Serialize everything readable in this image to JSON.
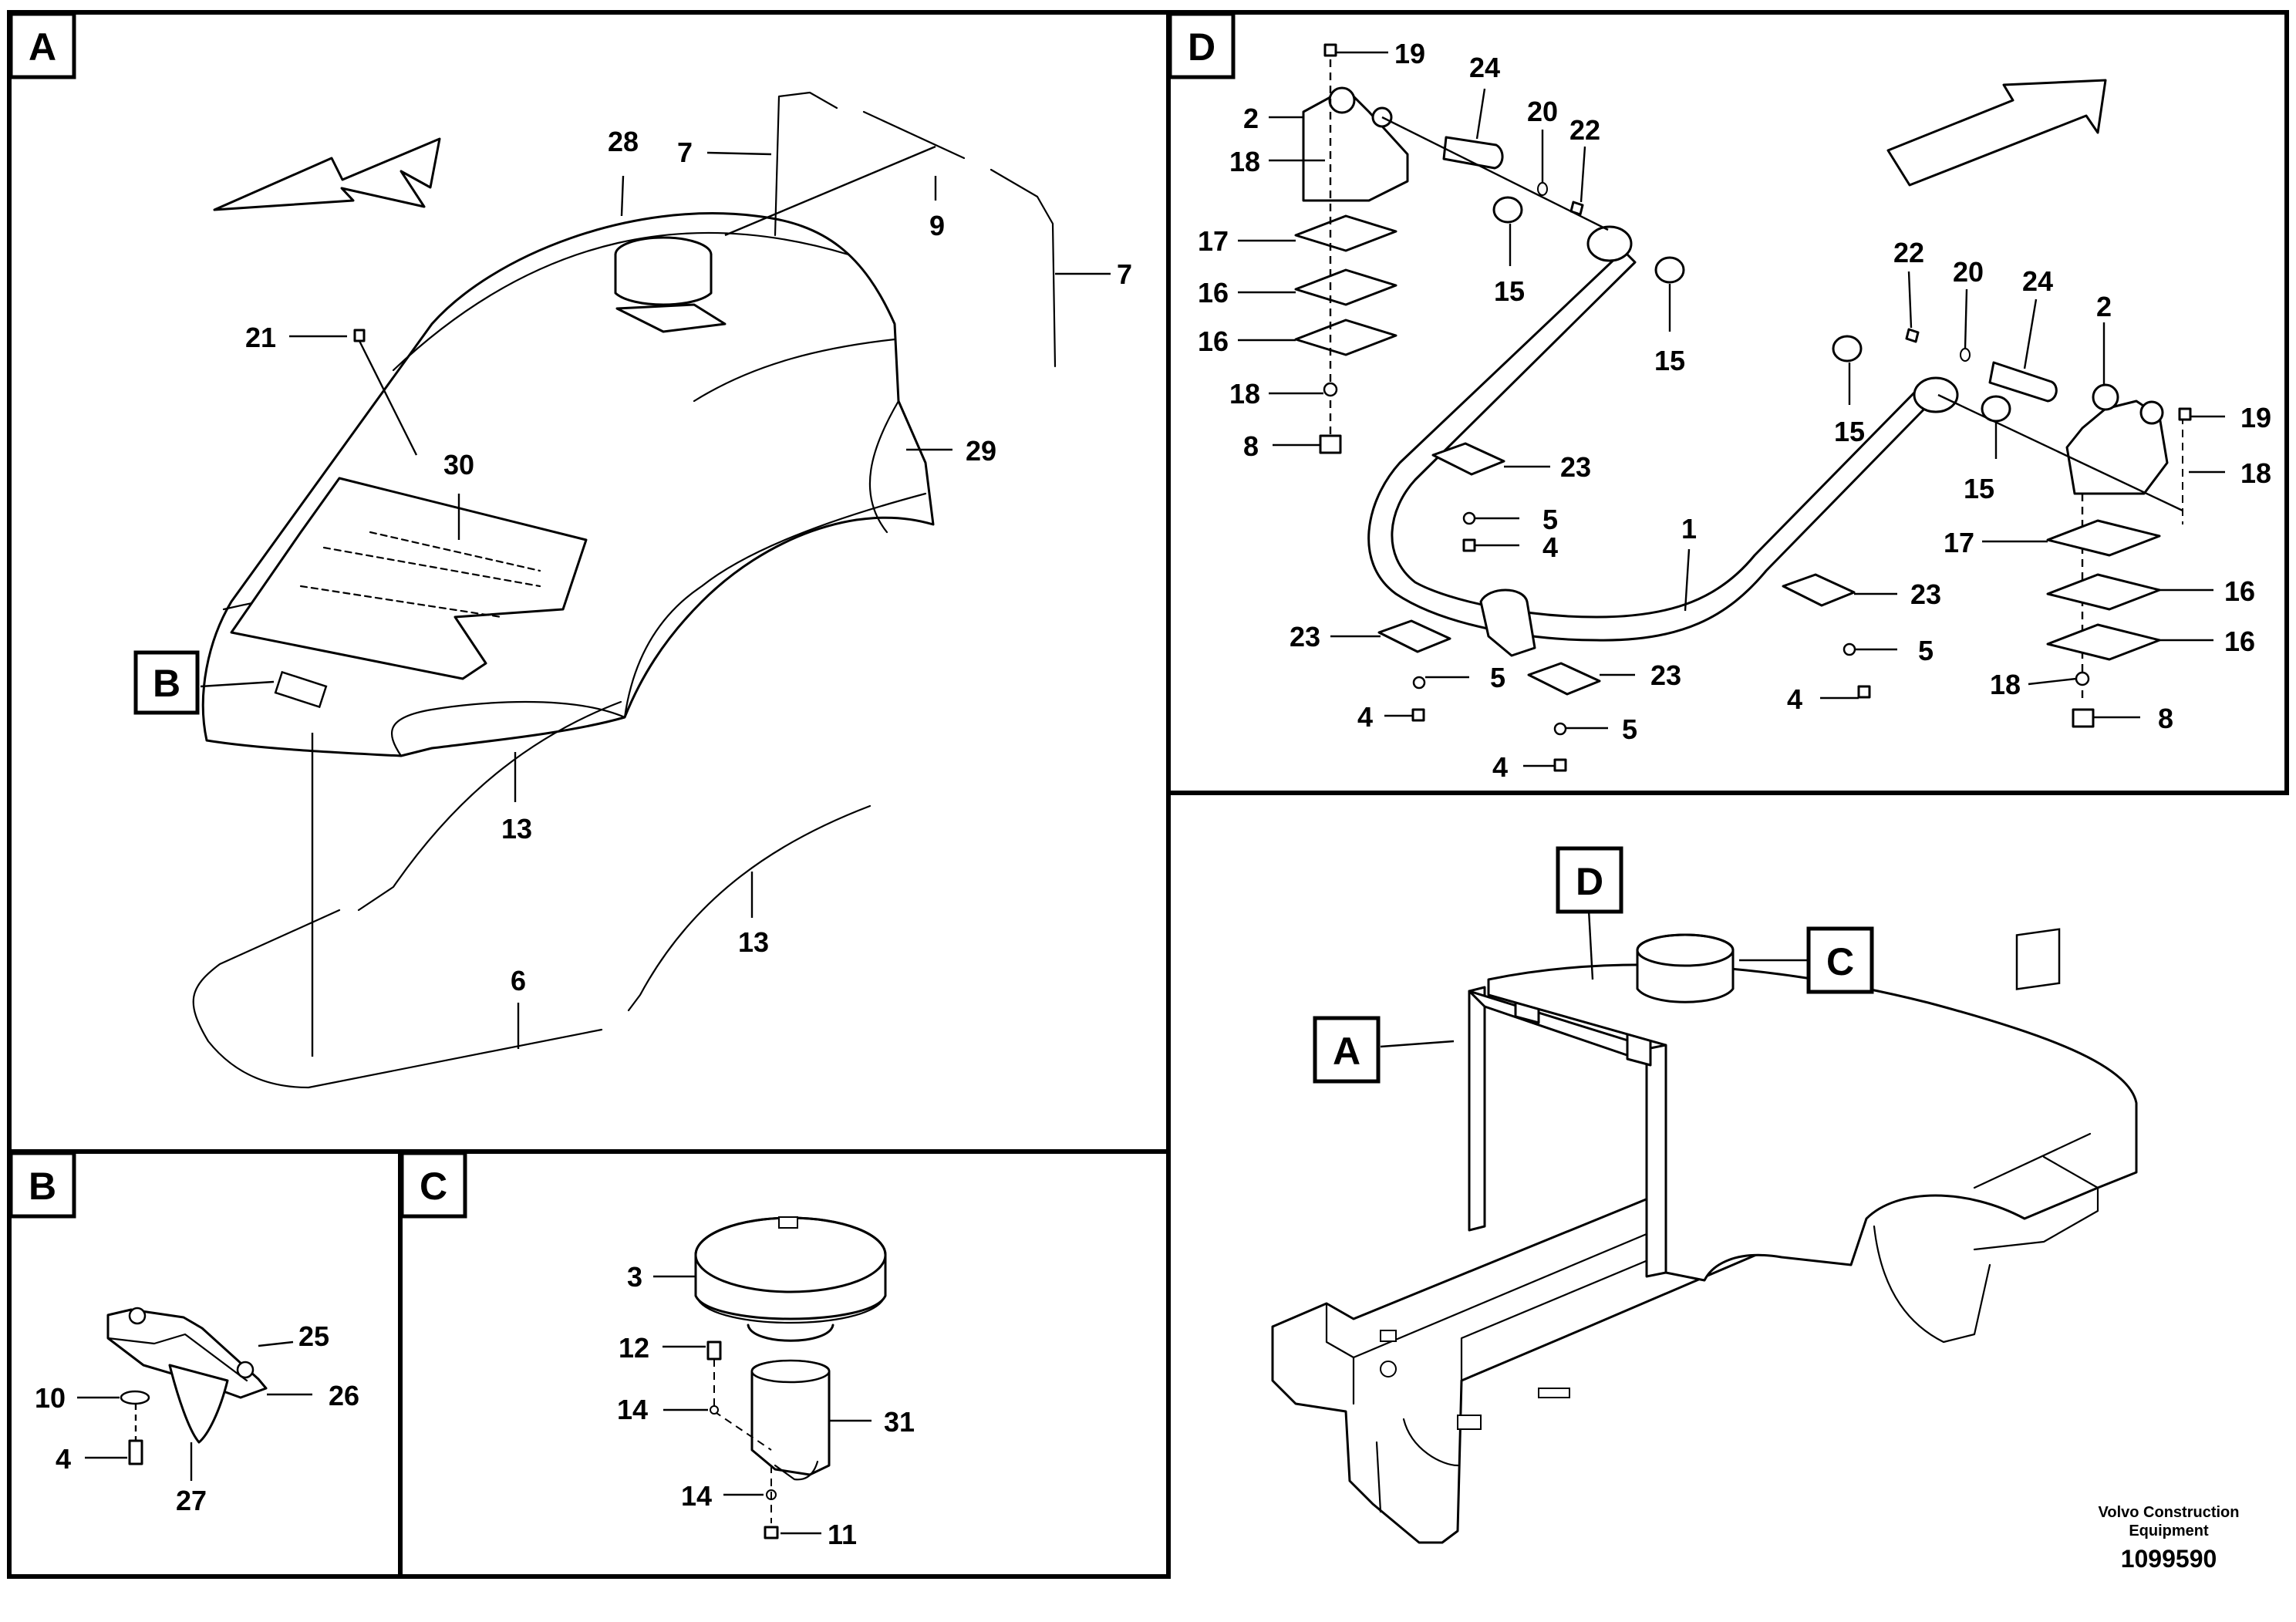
{
  "panels": {
    "A": {
      "label": "A"
    },
    "B": {
      "label": "B"
    },
    "C": {
      "label": "C"
    },
    "D": {
      "label": "D"
    }
  },
  "overview_labels": {
    "A": "A",
    "C": "C",
    "D": "D"
  },
  "detail_marker_B": "B",
  "callouts_A": {
    "c28": "28",
    "c7a": "7",
    "c9": "9",
    "c7b": "7",
    "c21": "21",
    "c29": "29",
    "c30": "30",
    "c13a": "13",
    "c13b": "13",
    "c6": "6"
  },
  "callouts_B": {
    "c25": "25",
    "c10": "10",
    "c26": "26",
    "c4": "4",
    "c27": "27"
  },
  "callouts_C": {
    "c3": "3",
    "c12": "12",
    "c14a": "14",
    "c31": "31",
    "c14b": "14",
    "c11": "11"
  },
  "callouts_D": {
    "c19a": "19",
    "c24a": "24",
    "c2a": "2",
    "c20a": "20",
    "c22a": "22",
    "c18a": "18",
    "c17a": "17",
    "c15a": "15",
    "c16a": "16",
    "c15b": "15",
    "c16b": "16",
    "c18b": "18",
    "c8a": "8",
    "c22b": "22",
    "c20b": "20",
    "c24b": "24",
    "c2b": "2",
    "c19b": "19",
    "c15c": "15",
    "c18c": "18",
    "c23a": "23",
    "c15d": "15",
    "c5a": "5",
    "c4a": "4",
    "c1": "1",
    "c17b": "17",
    "c16c": "16",
    "c23b": "23",
    "c23c": "23",
    "c16d": "16",
    "c5b": "5",
    "c5c": "5",
    "c23d": "23",
    "c18d": "18",
    "c4b": "4",
    "c8b": "8",
    "c5d": "5",
    "c4c": "4",
    "c4d": "4"
  },
  "brand": {
    "line1": "Volvo Construction",
    "line2": "Equipment"
  },
  "document_number": "1099590"
}
